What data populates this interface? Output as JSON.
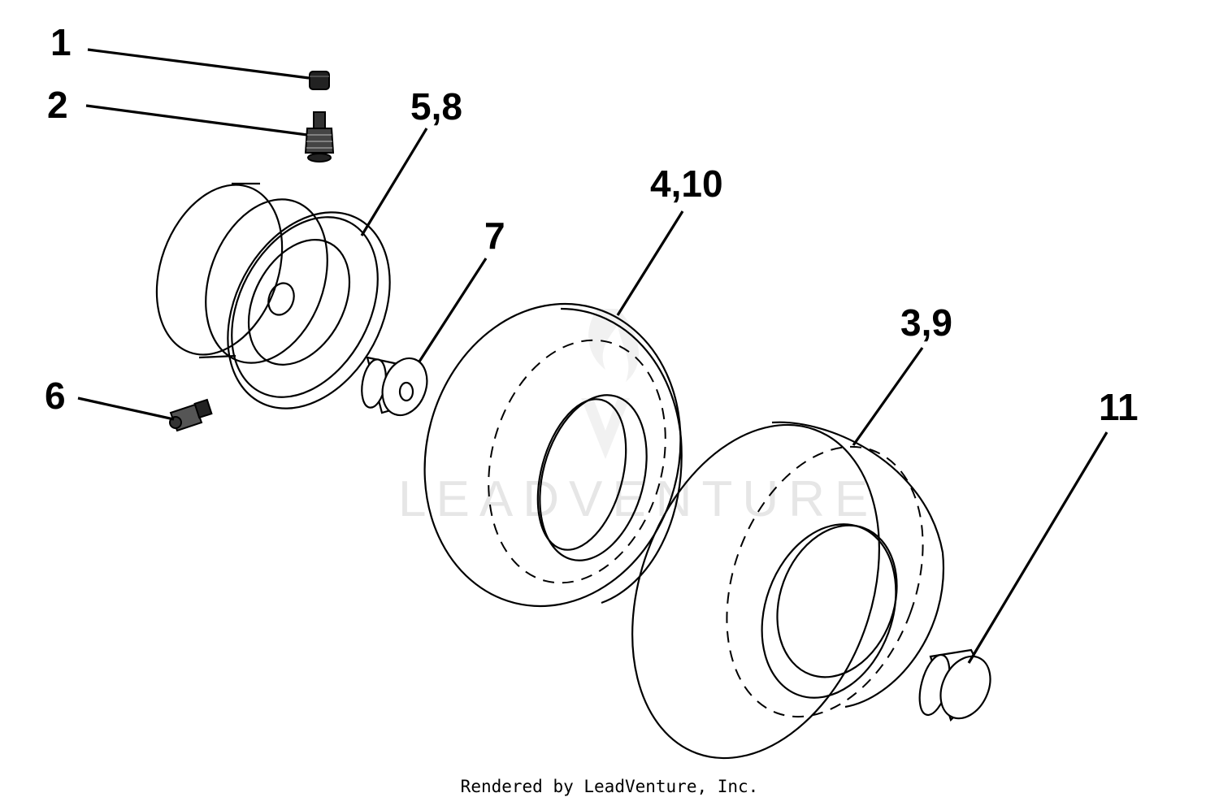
{
  "callouts": {
    "c1": "1",
    "c2": "2",
    "c58": "5,8",
    "c410": "4,10",
    "c7": "7",
    "c39": "3,9",
    "c6": "6",
    "c11": "11"
  },
  "watermark": "LEADVENTURE",
  "footer": "Rendered by LeadVenture, Inc.",
  "colors": {
    "line": "#000000",
    "background": "#ffffff",
    "watermark": "#e6e6e6"
  }
}
